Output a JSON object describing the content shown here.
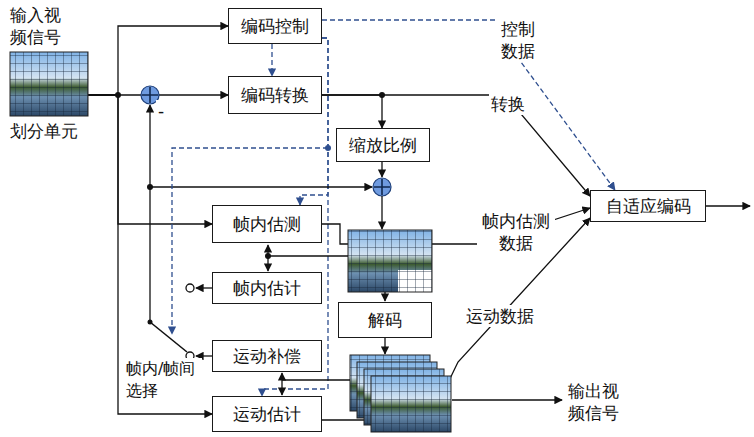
{
  "diagram": {
    "nodes": [
      {
        "text": [
          "输入视 频信号",
          "划分单元"
        ]
      },
      {
        "text": [
          "编码控制"
        ]
      },
      {
        "text": [
          "编码转换"
        ]
      },
      {
        "text": [
          "缩放比例"
        ]
      },
      {
        "text": [
          "帧内估测"
        ]
      },
      {
        "text": [
          "帧内估计"
        ]
      },
      {
        "text": [
          "解码"
        ]
      },
      {
        "text": [
          "运动补偿"
        ]
      },
      {
        "text": [
          "运动估计"
        ]
      },
      {
        "text": [
          "自适应编码"
        ]
      }
    ],
    "edges": [
      {
        "from": 0,
        "to": 1,
        "arrow": "to"
      },
      {
        "from": 0,
        "to": 2,
        "arrow": "to"
      },
      {
        "from": 0,
        "to": 4,
        "arrow": "to"
      },
      {
        "from": 0,
        "to": 8,
        "arrow": "to"
      },
      {
        "from": 1,
        "to": 2,
        "arrow": "to"
      },
      {
        "from": 1,
        "to": 4,
        "arrow": "to"
      },
      {
        "from": 1,
        "to": 8,
        "arrow": "to"
      },
      {
        "from": 2,
        "to": 3,
        "arrow": "to"
      },
      {
        "from": 2,
        "to": 9,
        "label": "转换",
        "arrow": "to"
      },
      {
        "from": 1,
        "to": 9,
        "label": "控制 数据",
        "arrow": "to"
      },
      {
        "from": 4,
        "to": 9,
        "label": "帧内估测 数据",
        "arrow": "to"
      },
      {
        "from": 8,
        "to": 9,
        "label": "运动数据",
        "arrow": "to"
      }
    ],
    "labels": [
      "-",
      "帧内/帧间 选择",
      "输出视 频信号"
    ]
  }
}
